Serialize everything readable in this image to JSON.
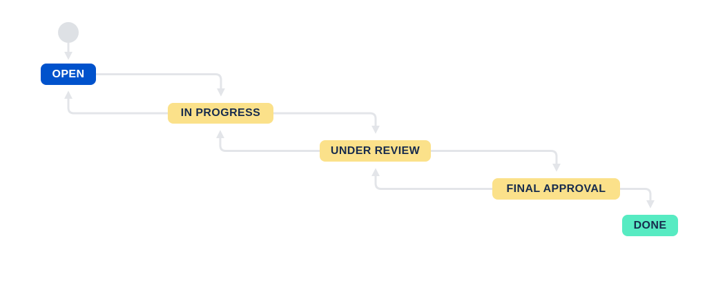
{
  "diagram": {
    "kind": "workflow",
    "start_node": {
      "id": "start",
      "shape": "circle"
    },
    "nodes": [
      {
        "id": "open",
        "label": "OPEN",
        "category": "to-do",
        "bg": "#0052CC",
        "fg": "#FFFFFF"
      },
      {
        "id": "in_progress",
        "label": "IN PROGRESS",
        "category": "in-progress",
        "bg": "#FBE18A",
        "fg": "#172B4D"
      },
      {
        "id": "under_review",
        "label": "UNDER REVIEW",
        "category": "in-progress",
        "bg": "#FBE18A",
        "fg": "#172B4D"
      },
      {
        "id": "final_approval",
        "label": "FINAL APPROVAL",
        "category": "in-progress",
        "bg": "#FBE18A",
        "fg": "#172B4D"
      },
      {
        "id": "done",
        "label": "DONE",
        "category": "done",
        "bg": "#57EBC2",
        "fg": "#172B4D"
      }
    ],
    "edges": [
      {
        "from": "start",
        "to": "open",
        "kind": "forward"
      },
      {
        "from": "open",
        "to": "in_progress",
        "kind": "forward"
      },
      {
        "from": "in_progress",
        "to": "under_review",
        "kind": "forward"
      },
      {
        "from": "under_review",
        "to": "final_approval",
        "kind": "forward"
      },
      {
        "from": "final_approval",
        "to": "done",
        "kind": "forward"
      },
      {
        "from": "in_progress",
        "to": "open",
        "kind": "back"
      },
      {
        "from": "under_review",
        "to": "in_progress",
        "kind": "back"
      },
      {
        "from": "final_approval",
        "to": "under_review",
        "kind": "back"
      }
    ],
    "colors": {
      "connector": "#E3E5E9",
      "start_node": "#DEE1E5",
      "canvas": "#FFFFFF"
    }
  }
}
